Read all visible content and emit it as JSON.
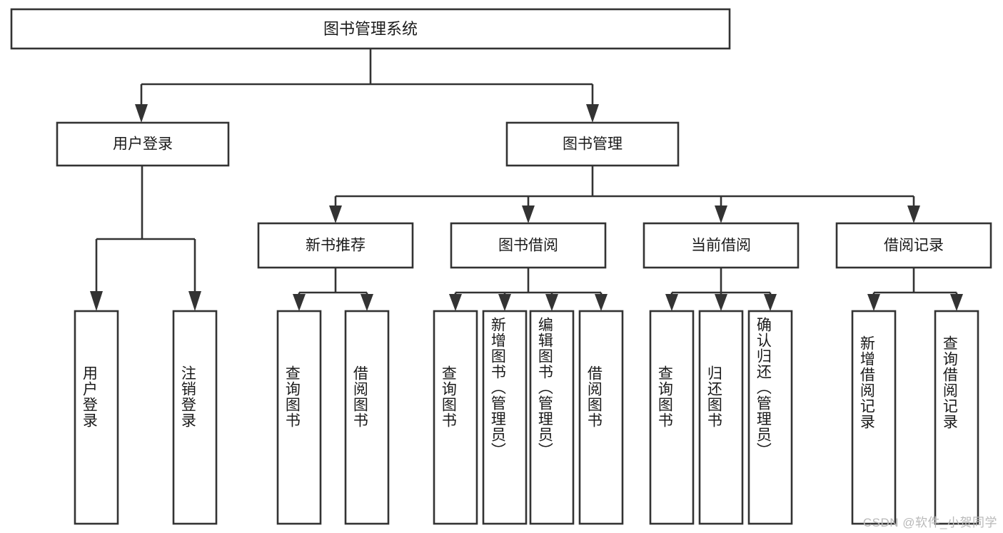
{
  "diagram": {
    "type": "tree-hierarchy-chart",
    "title": "图书管理系统",
    "root": {
      "label": "图书管理系统",
      "level": 0
    },
    "level1": [
      {
        "id": "user-login",
        "label": "用户登录"
      },
      {
        "id": "book-manage",
        "label": "图书管理"
      }
    ],
    "level2": [
      {
        "id": "new-book-recommend",
        "label": "新书推荐",
        "parent": "book-manage"
      },
      {
        "id": "book-borrow",
        "label": "图书借阅",
        "parent": "book-manage"
      },
      {
        "id": "current-borrow",
        "label": "当前借阅",
        "parent": "book-manage"
      },
      {
        "id": "borrow-record",
        "label": "借阅记录",
        "parent": "book-manage"
      }
    ],
    "leaves": {
      "user_login": [
        {
          "id": "leaf-user-login",
          "label": "用户登录"
        },
        {
          "id": "leaf-logout-login",
          "label": "注销登录"
        }
      ],
      "new_book_recommend": [
        {
          "id": "leaf-query-book-1",
          "label": "查询图书"
        },
        {
          "id": "leaf-borrow-book-1",
          "label": "借阅图书"
        }
      ],
      "book_borrow": [
        {
          "id": "leaf-query-book-2",
          "label": "查询图书"
        },
        {
          "id": "leaf-add-book",
          "label": "新增图书（管理员）"
        },
        {
          "id": "leaf-edit-book",
          "label": "编辑图书（管理员）"
        },
        {
          "id": "leaf-borrow-book-2",
          "label": "借阅图书"
        }
      ],
      "current_borrow": [
        {
          "id": "leaf-query-book-3",
          "label": "查询图书"
        },
        {
          "id": "leaf-return-book",
          "label": "归还图书"
        },
        {
          "id": "leaf-confirm-return",
          "label": "确认归还（管理员）"
        }
      ],
      "borrow_record": [
        {
          "id": "leaf-add-record",
          "label": "新增借阅记录"
        },
        {
          "id": "leaf-query-record",
          "label": "查询借阅记录"
        }
      ]
    }
  },
  "watermark": {
    "text": "CSDN @软件_小贺同学"
  },
  "colors": {
    "stroke": "#333333",
    "box_fill": "#ffffff",
    "text": "#1a1a1a",
    "background": "#ffffff",
    "watermark": "#b9b9b9"
  }
}
